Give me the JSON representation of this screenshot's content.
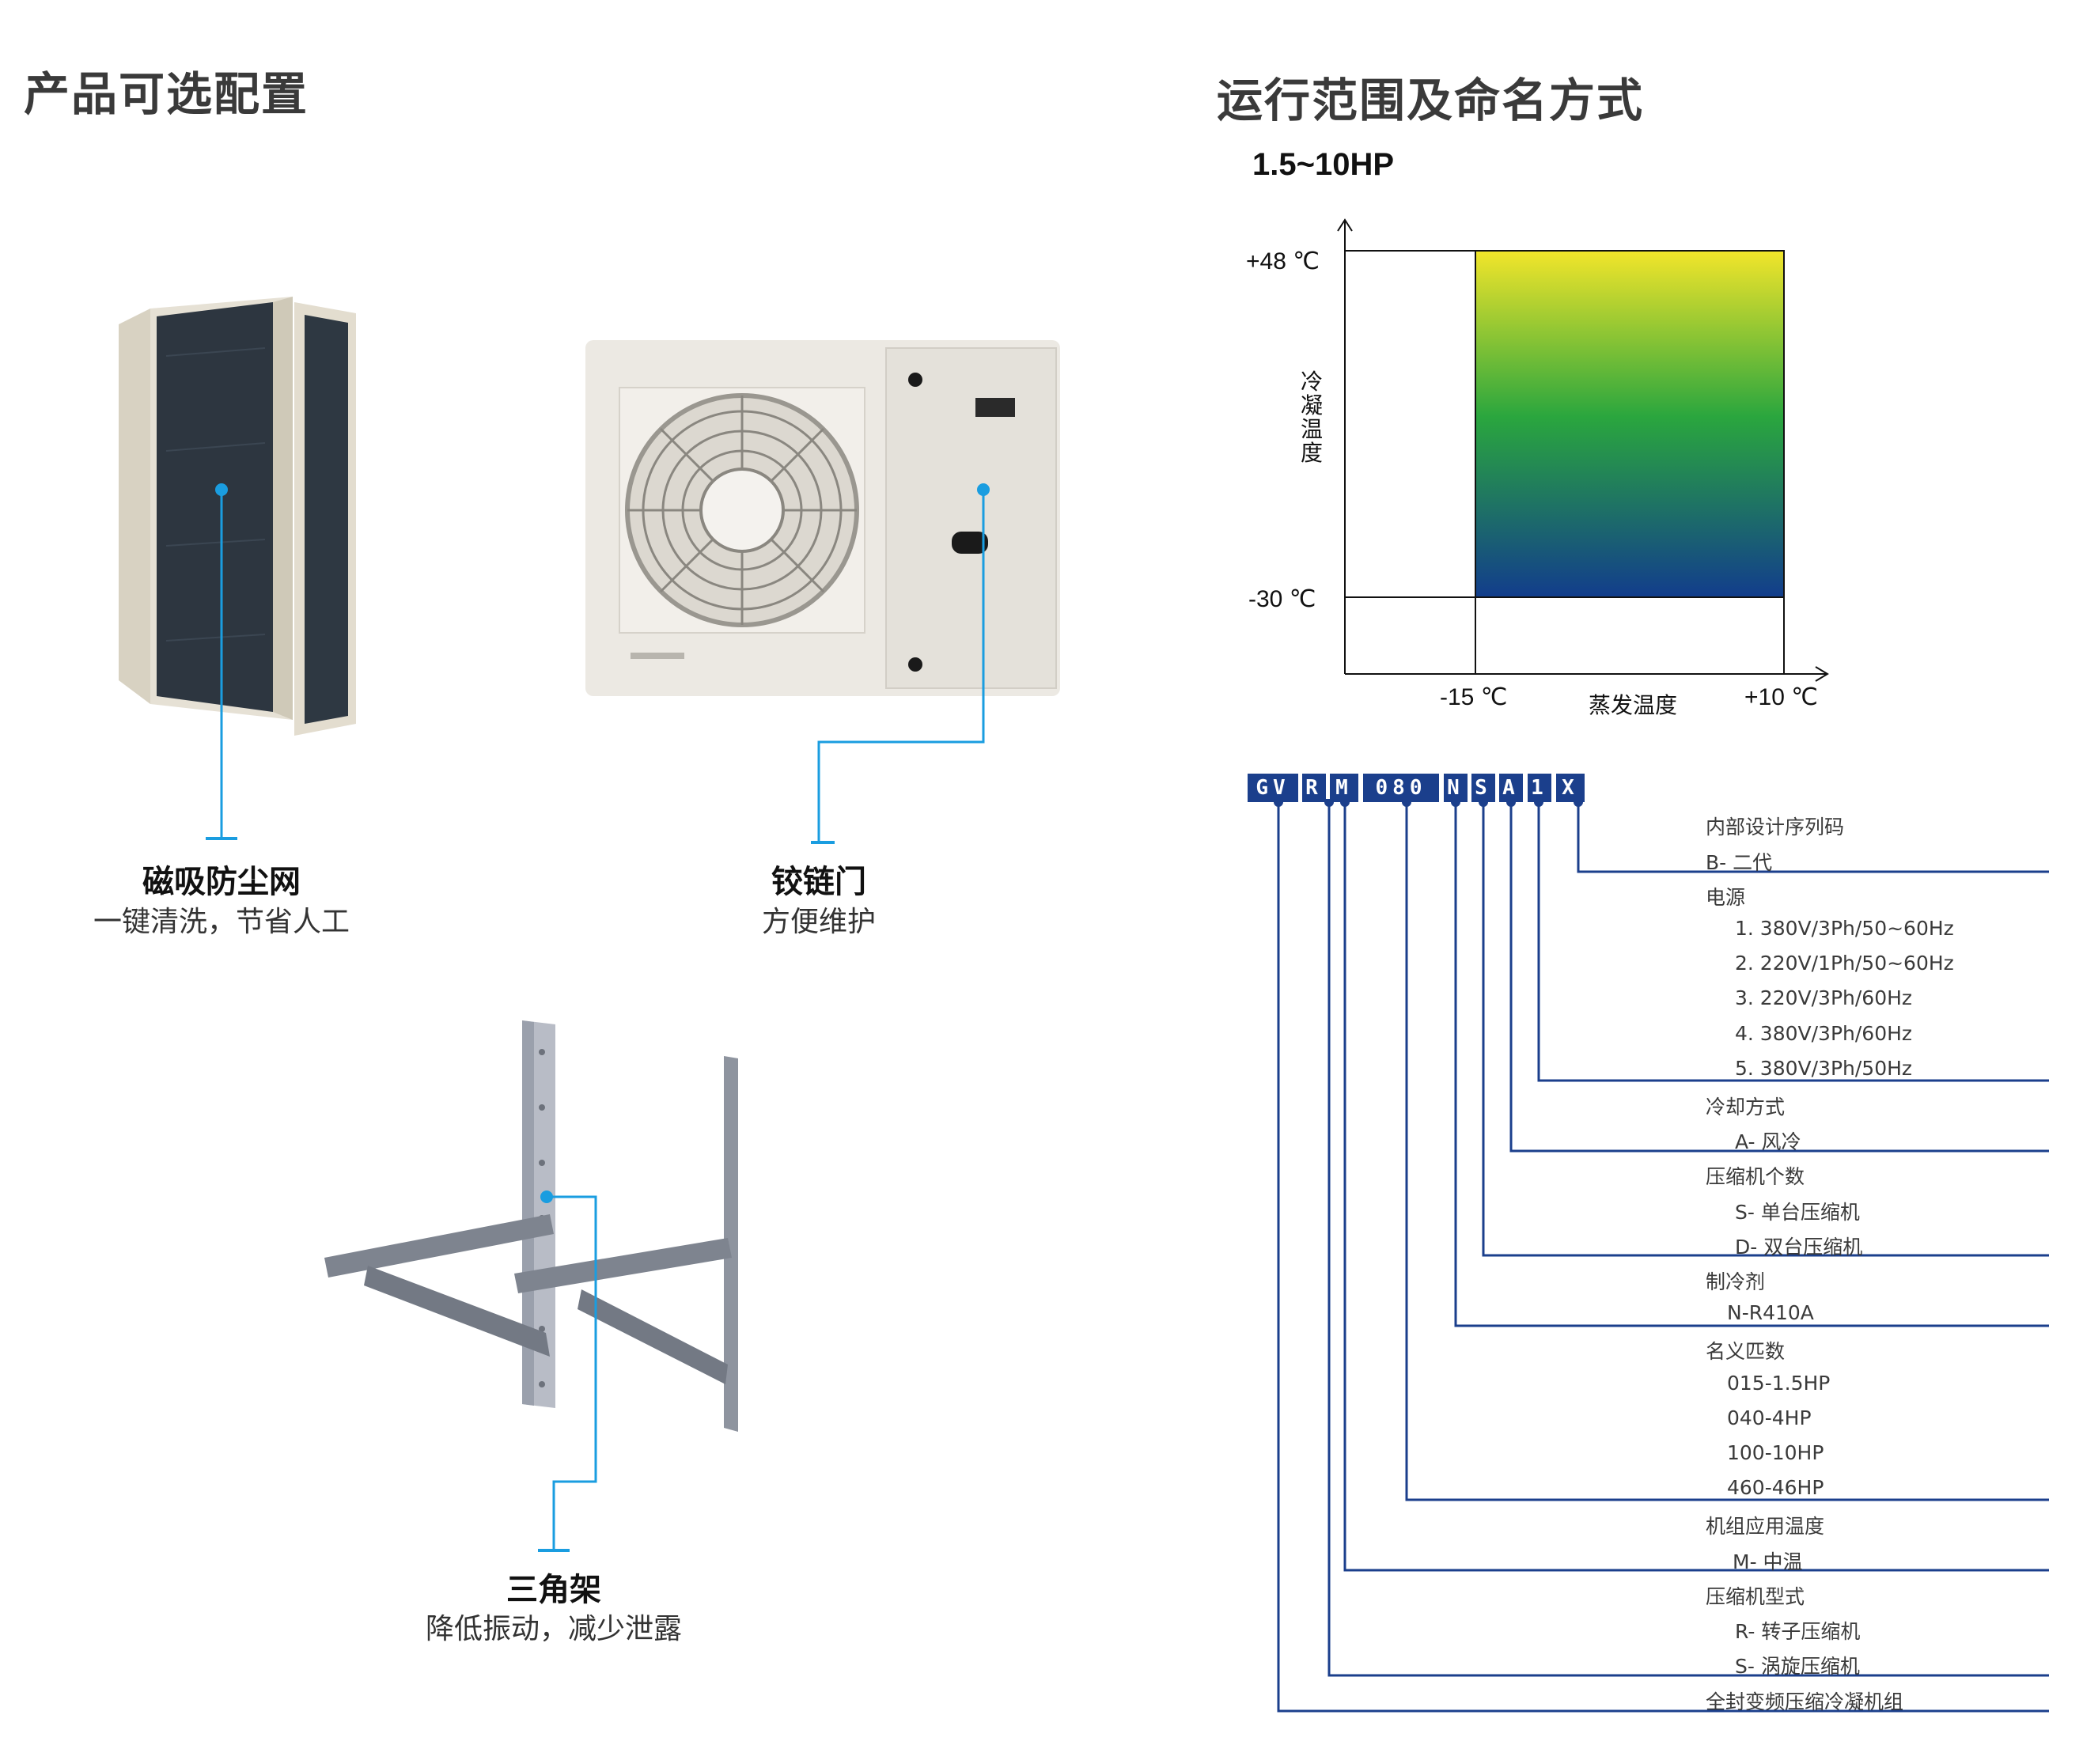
{
  "left_section": {
    "title": "产品可选配置",
    "features": [
      {
        "title": "磁吸防尘网",
        "subtitle": "一键清洗，节省人工"
      },
      {
        "title": "铰链门",
        "subtitle": "方便维护"
      },
      {
        "title": "三角架",
        "subtitle": "降低振动，减少泄露"
      }
    ]
  },
  "right_section": {
    "title": "运行范围及命名方式",
    "chart_subtitle": "1.5~10HP"
  },
  "chart_data": {
    "type": "area",
    "title": "1.5~10HP",
    "xlabel": "蒸发温度",
    "ylabel": "冷凝温度",
    "x_ticks": [
      "-15 ℃",
      "+10 ℃"
    ],
    "y_ticks": [
      "+48 ℃",
      "-30 ℃"
    ],
    "region": {
      "x_min": -15,
      "x_max": 10,
      "y_min": -30,
      "y_max": 48,
      "unit": "℃"
    },
    "gradient_colors": [
      "#f2e52a",
      "#2aa63e",
      "#123d8c"
    ]
  },
  "naming": {
    "codes": [
      "GV",
      "R",
      "M",
      "080",
      "N",
      "S",
      "A",
      "1",
      "X"
    ],
    "box_color": "#1b3f8c",
    "line_color": "#1b3f8c",
    "entries": [
      {
        "text": "内部设计序列码"
      },
      {
        "text": "B- 二代"
      },
      {
        "text": "电源"
      },
      {
        "text": "1. 380V/3Ph/50~60Hz"
      },
      {
        "text": "2. 220V/1Ph/50~60Hz"
      },
      {
        "text": "3. 220V/3Ph/60Hz"
      },
      {
        "text": "4. 380V/3Ph/60Hz"
      },
      {
        "text": "5. 380V/3Ph/50Hz"
      },
      {
        "text": "冷却方式"
      },
      {
        "text": "A- 风冷"
      },
      {
        "text": "压缩机个数"
      },
      {
        "text": "S- 单台压缩机"
      },
      {
        "text": "D- 双台压缩机"
      },
      {
        "text": "制冷剂"
      },
      {
        "text": "N-R410A"
      },
      {
        "text": "名义匹数"
      },
      {
        "text": "015-1.5HP"
      },
      {
        "text": "040-4HP"
      },
      {
        "text": "100-10HP"
      },
      {
        "text": "460-46HP"
      },
      {
        "text": "机组应用温度"
      },
      {
        "text": "M- 中温"
      },
      {
        "text": "压缩机型式"
      },
      {
        "text": "R- 转子压缩机"
      },
      {
        "text": "S- 涡旋压缩机"
      },
      {
        "text": "全封变频压缩冷凝机组"
      }
    ]
  }
}
